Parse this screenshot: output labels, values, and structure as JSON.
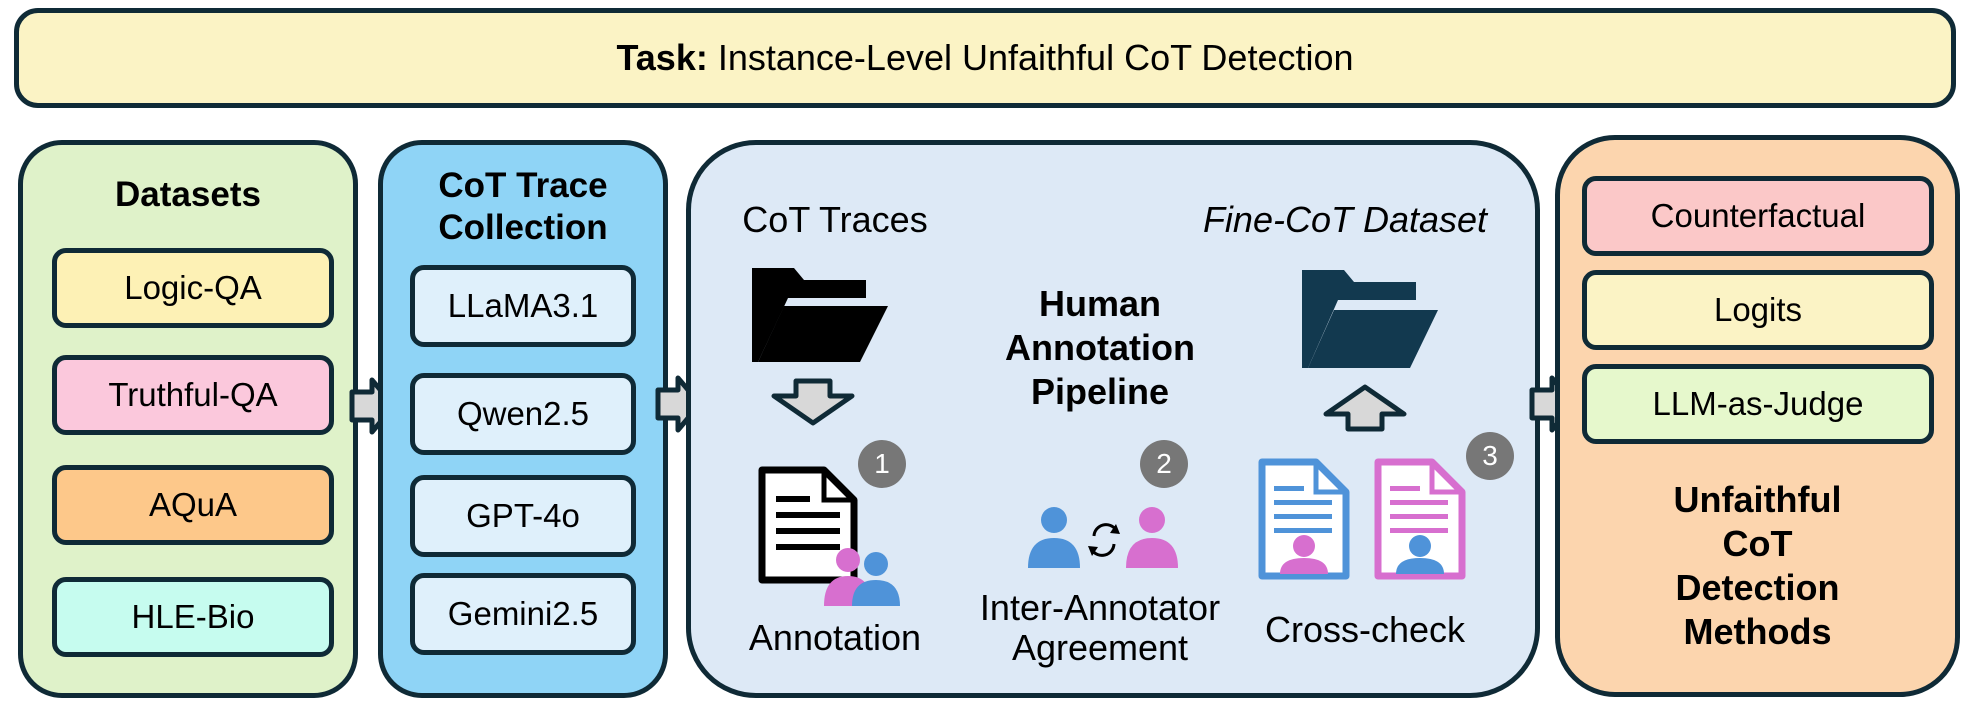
{
  "task": {
    "prefix": "Task:",
    "text": "Instance-Level Unfaithful CoT Detection"
  },
  "datasets": {
    "title": "Datasets",
    "items": [
      "Logic-QA",
      "Truthful-QA",
      "AQuA",
      "HLE-Bio"
    ],
    "colors": [
      "#fdf1b5",
      "#fbc8dc",
      "#fdc88a",
      "#c6fcef"
    ]
  },
  "collection": {
    "title_line1": "CoT Trace",
    "title_line2": "Collection",
    "models": [
      "LLaMA3.1",
      "Qwen2.5",
      "GPT-4o",
      "Gemini2.5"
    ]
  },
  "pipeline": {
    "traces_label": "CoT Traces",
    "dataset_label": "Fine-CoT Dataset",
    "title_line1": "Human",
    "title_line2": "Annotation",
    "title_line3": "Pipeline",
    "steps": [
      {
        "num": "1",
        "label": "Annotation"
      },
      {
        "num": "2",
        "label_line1": "Inter-Annotator",
        "label_line2": "Agreement"
      },
      {
        "num": "3",
        "label": "Cross-check"
      }
    ]
  },
  "methods": {
    "items": [
      "Counterfactual",
      "Logits",
      "LLM-as-Judge"
    ],
    "colors": [
      "#fbc8c8",
      "#fbf3c5",
      "#e6f8cc"
    ],
    "title_line1": "Unfaithful",
    "title_line2": "CoT",
    "title_line3": "Detection",
    "title_line4": "Methods"
  },
  "colors": {
    "border": "#0f2a36",
    "datasets_bg": "#dff2c9",
    "collection_bg": "#8fd4f6",
    "pipeline_bg": "#dde9f6",
    "methods_bg": "#fcd5ae",
    "person_blue": "#4f93d9",
    "person_pink": "#d76fcf",
    "folder_dark": "#12394f"
  }
}
